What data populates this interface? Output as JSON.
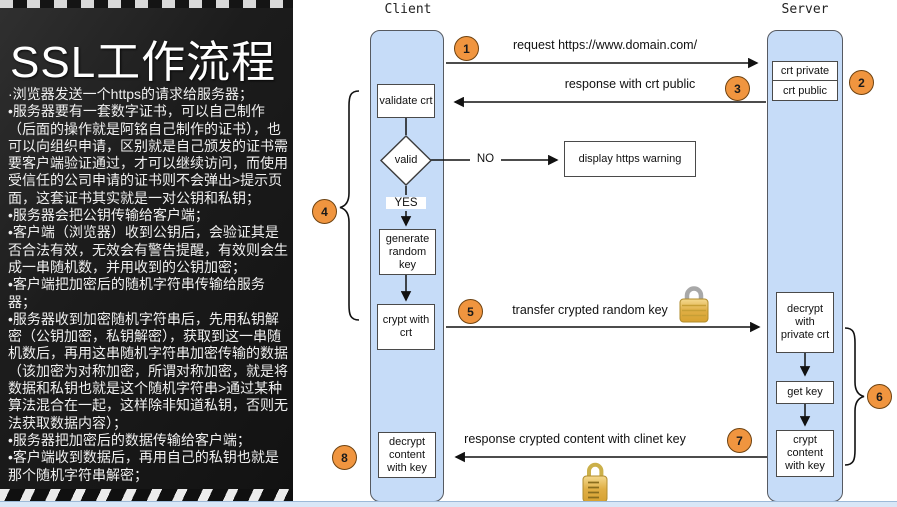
{
  "panel": {
    "title": "SSL工作流程",
    "bullets": [
      "·浏览器发送一个https的请求给服务器；",
      "•服务器要有一套数字证书，可以自己制作（后面的操作就是阿铭自己制作的证书），也可以向组织申请，区别就是自己颁发的证书需要客户端验证通过，才可以继续访问，而使用受信任的公司申请的证书则不会弹出>提示页面，这套证书其实就是一对公钥和私钥；",
      "•服务器会把公钥传输给客户端；",
      "•客户端（浏览器）收到公钥后，会验证其是否合法有效，无效会有警告提醒，有效则会生成一串随机数，并用收到的公钥加密；",
      "•客户端把加密后的随机字符串传输给服务器；",
      "•服务器收到加密随机字符串后，先用私钥解密（公钥加密，私钥解密），获取到这一串随机数后，再用这串随机字符串加密传输的数据（该加密为对称加密，所谓对称加密，就是将数据和私钥也就是这个随机字符串>通过某种算法混合在一起，这样除非知道私钥，否则无法获取数据内容）；",
      "•服务器把加密后的数据传输给客户端；",
      "•客户端收到数据后，再用自己的私钥也就是那个随机字符串解密；"
    ]
  },
  "diagram": {
    "client_label": "Client",
    "server_label": "Server",
    "steps": [
      "1",
      "2",
      "3",
      "4",
      "5",
      "6",
      "7",
      "8"
    ],
    "messages": {
      "request": "request https://www.domain.com/",
      "response_crt": "response with crt public",
      "transfer_key": "transfer crypted random key",
      "response_content": "response crypted content with clinet key"
    },
    "nodes": {
      "validate_crt": "validate crt",
      "valid": "valid",
      "yes": "YES",
      "no": "NO",
      "display_warning": "display https warning",
      "generate_random_key": "generate random key",
      "crypt_with_crt": "crypt with crt",
      "decrypt_content_with_key": "decrypt content with key",
      "crt_private": "crt private",
      "crt_public": "crt public",
      "decrypt_with_private_crt": "decrypt with private crt",
      "get_key": "get key",
      "crypt_content_with_key": "crypt content with key"
    },
    "icons": {
      "padlock_top": "padlock-icon",
      "padlock_bottom": "padlock-icon"
    },
    "colors": {
      "lane_fill": "#c6dcf8",
      "lane_border": "#565a61",
      "step_circle_fill": "#f0953f",
      "step_circle_border": "#6e4210",
      "lock_gold": "#e0af45",
      "panel_background": "#1c1c1c",
      "bottom_strip": "#d9e7f7"
    }
  }
}
